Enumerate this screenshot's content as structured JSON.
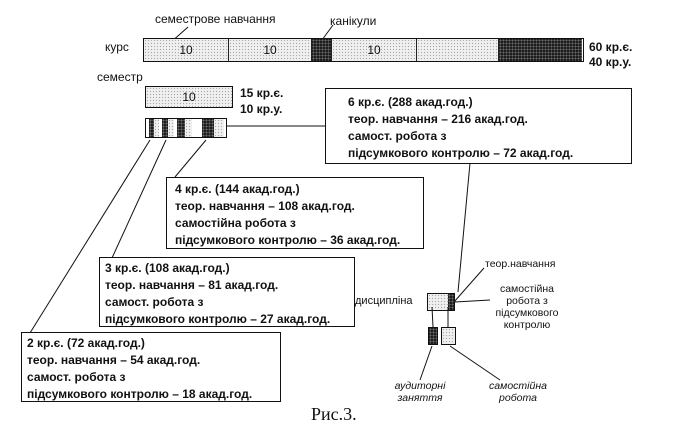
{
  "labels": {
    "course": "курс",
    "semester_label": "семестр",
    "semester_study": "семестрове навчання",
    "holidays": "канікули",
    "course_credits": "60 кр.є.",
    "course_units": "40 кр.у.",
    "semester_credits": "15 кр.є.",
    "semester_units": "10 кр.у."
  },
  "course_segments": [
    {
      "label": "10",
      "type": "study"
    },
    {
      "label": "10",
      "type": "study"
    },
    {
      "label": "",
      "type": "holiday"
    },
    {
      "label": "10",
      "type": "study"
    },
    {
      "label": "",
      "type": "study"
    },
    {
      "label": "",
      "type": "holiday"
    }
  ],
  "semester_bar": {
    "label": "10"
  },
  "boxes": {
    "box6": {
      "lines": [
        "6 кр.є.  (288 акад.год.)",
        "теор. навчання – 216 акад.год.",
        "самост. робота з",
        "підсумкового контролю – 72 акад.год."
      ]
    },
    "box4": {
      "lines": [
        "4 кр.є.  (144 акад.год.)",
        "теор. навчання – 108 акад.год.",
        "самостійна робота з",
        "підсумкового контролю – 36 акад.год."
      ]
    },
    "box3": {
      "lines": [
        "3 кр.є.  (108 акад.год.)",
        "теор. навчання – 81 акад.год.",
        "самост. робота з",
        "підсумкового контролю – 27 акад.год."
      ]
    },
    "box2": {
      "lines": [
        "2 кр.є.  (72 акад.год.)",
        "теор. навчання – 54 акад.год.",
        "самост. робота з",
        "підсумкового контролю – 18 акад.год."
      ]
    }
  },
  "discipline": {
    "label": "дисципліна",
    "theory": "теор.навчання",
    "independent_lines": [
      "самостійна",
      "робота з",
      "підсумкового",
      "контролю"
    ],
    "classroom_lines": [
      "аудиторні",
      "заняття"
    ],
    "self_work_lines": [
      "самостійна",
      "робота"
    ]
  },
  "caption": "Рис.3."
}
